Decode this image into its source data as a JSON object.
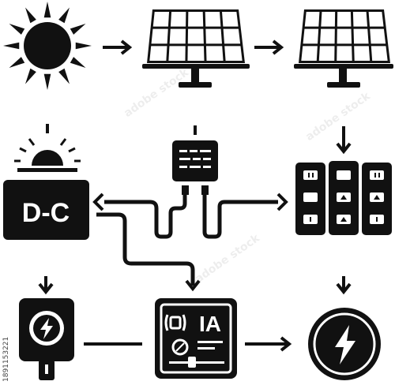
{
  "dc_box": {
    "label": "D-C"
  },
  "controller": {
    "label": "IA"
  },
  "stock_id": "1891153221",
  "icons": {
    "sun": "sun-icon",
    "panel1": "solar-panel-icon",
    "panel2": "solar-panel-icon",
    "junction": "junction-box-icon",
    "battery_bank": "battery-bank-icon",
    "charger": "ev-charger-icon",
    "inverter": "inverter-icon",
    "bolt_circle": "power-bolt-icon"
  },
  "colors": {
    "ink": "#111111",
    "paper": "#ffffff"
  }
}
